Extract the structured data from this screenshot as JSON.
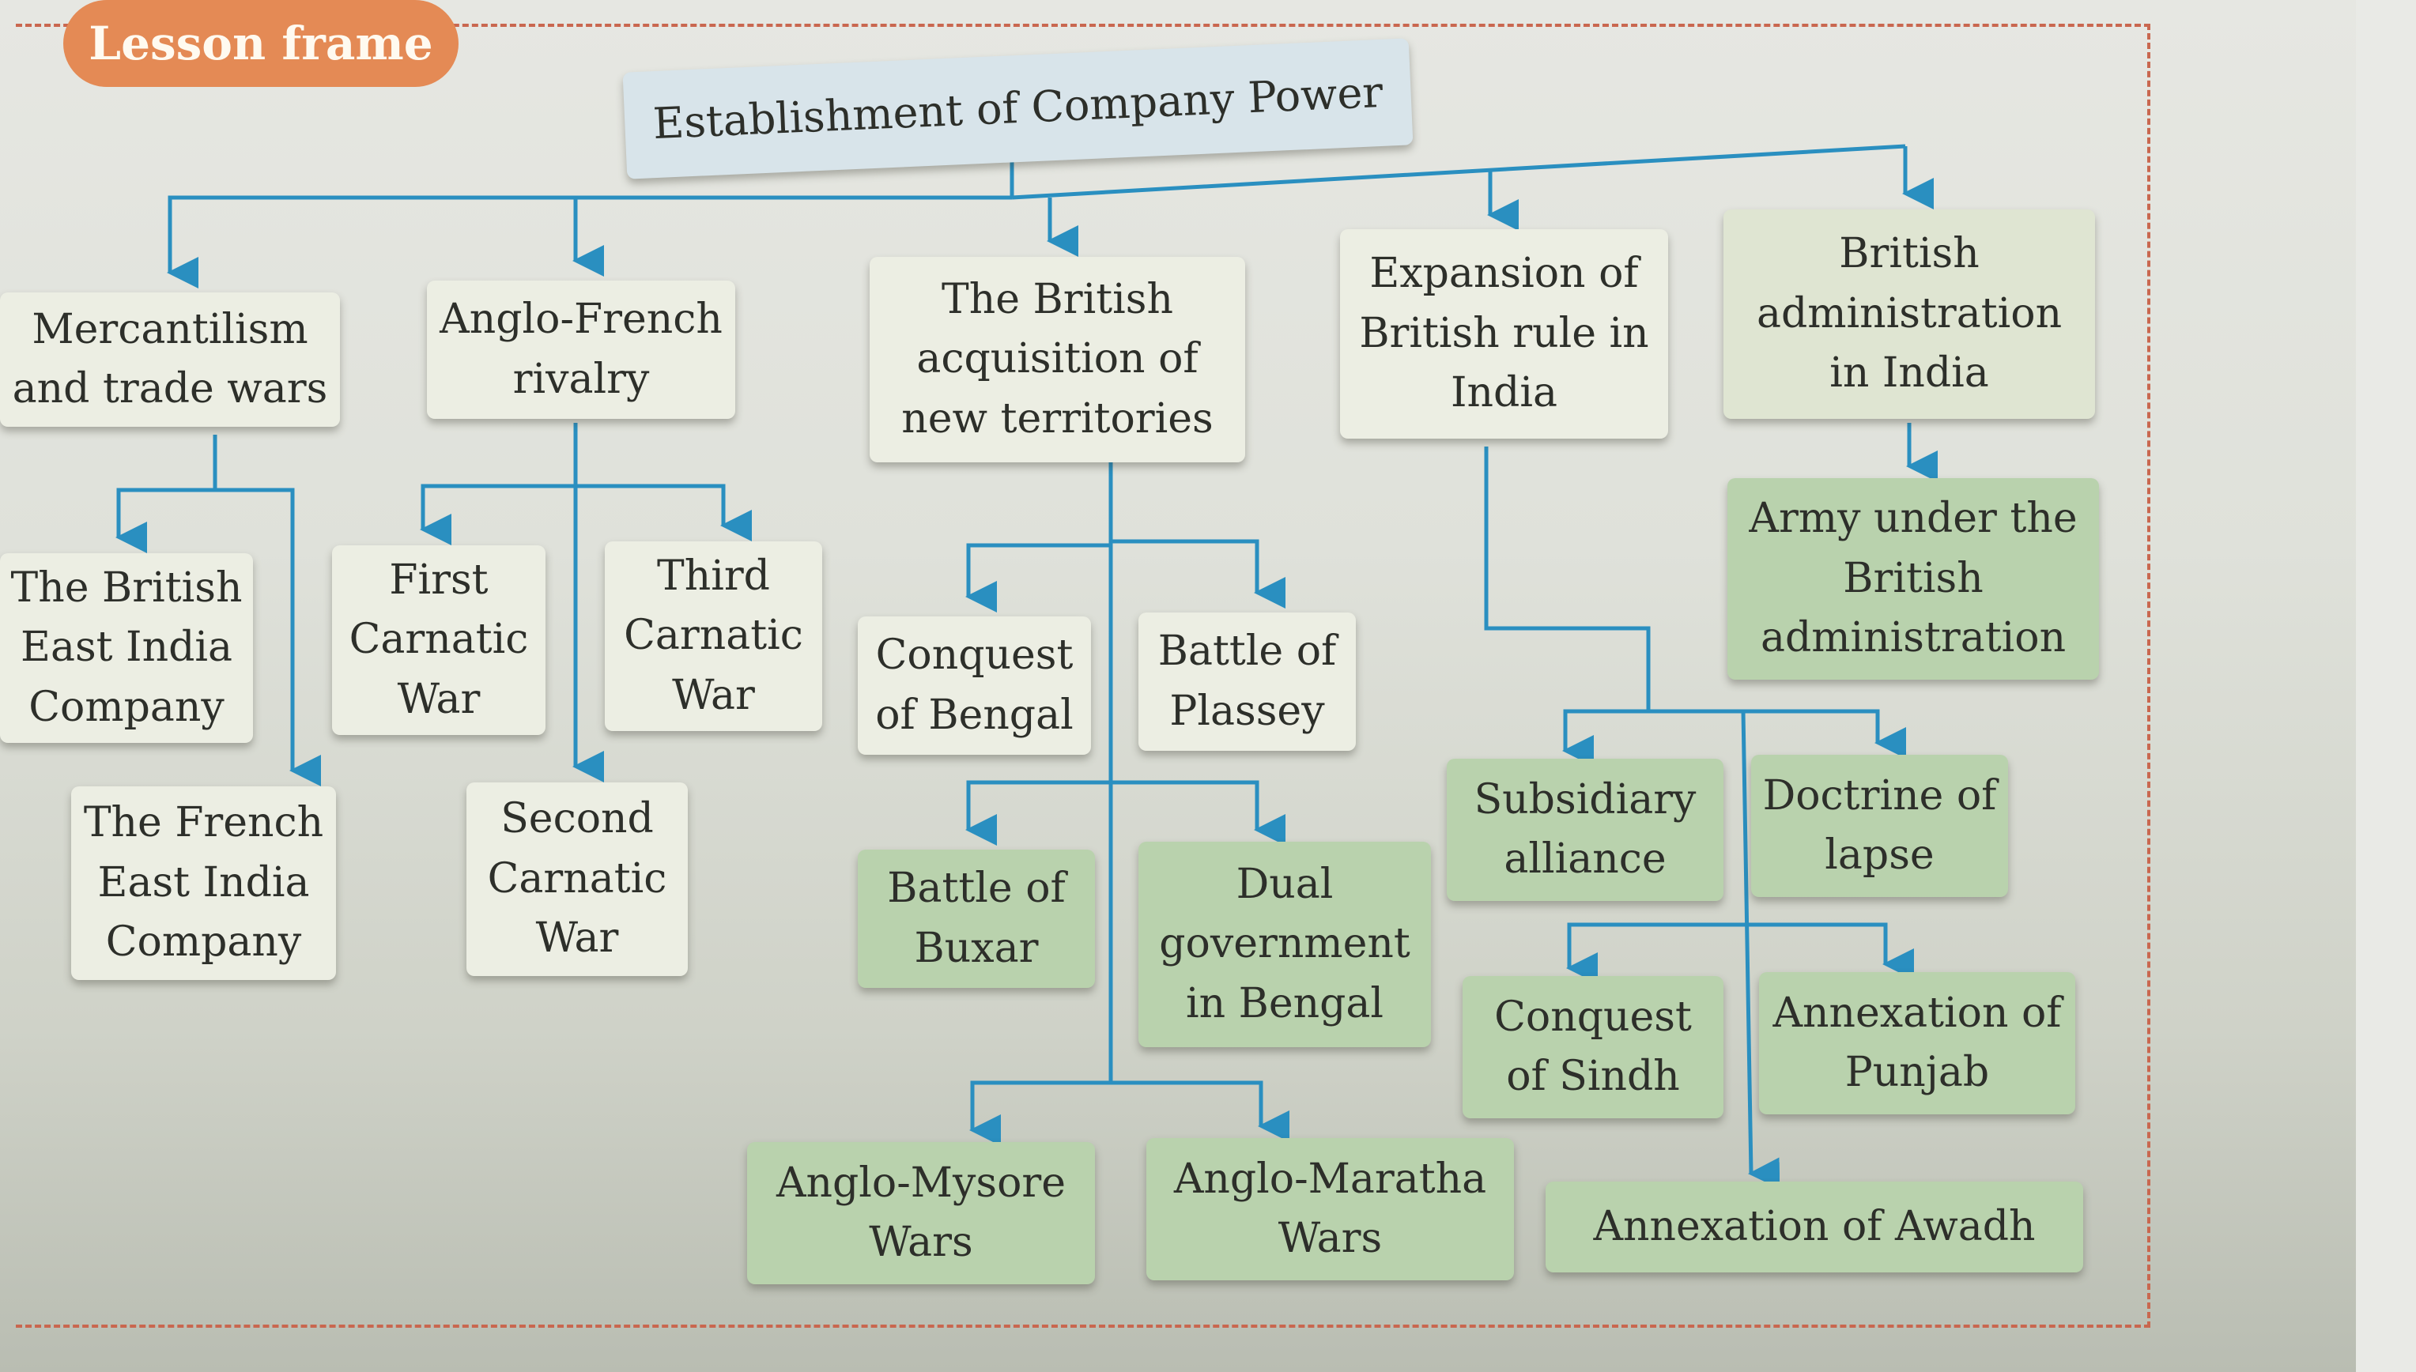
{
  "badge": {
    "label": "Lesson frame"
  },
  "root": {
    "label": "Establishment of Company Power"
  },
  "branches": {
    "mercantilism": "Mercantilism and trade wars",
    "anglo_french": "Anglo-French rivalry",
    "acquisition": "The British acquisition of new territories",
    "expansion": "Expansion of British rule in India",
    "administration": "British administration in India"
  },
  "leaves": {
    "british_eic": "The British East India Company",
    "french_eic": "The French East India Company",
    "first_carnatic": "First Carnatic War",
    "third_carnatic": "Third Carnatic War",
    "second_carnatic": "Second Carnatic War",
    "conquest_bengal": "Conquest of Bengal",
    "battle_plassey": "Battle of Plassey",
    "battle_buxar": "Battle of Buxar",
    "dual_govt": "Dual government in Bengal",
    "anglo_mysore": "Anglo-Mysore Wars",
    "anglo_maratha": "Anglo-Maratha Wars",
    "army": "Army under the British administration",
    "subsidiary": "Subsidiary alliance",
    "doctrine": "Doctrine of lapse",
    "sindh": "Conquest of Sindh",
    "punjab": "Annexation of Punjab",
    "awadh": "Annexation of Awadh"
  },
  "colors": {
    "connector": "#2a8fc0",
    "border_dash": "#c9674f",
    "badge": "#e48a55"
  }
}
